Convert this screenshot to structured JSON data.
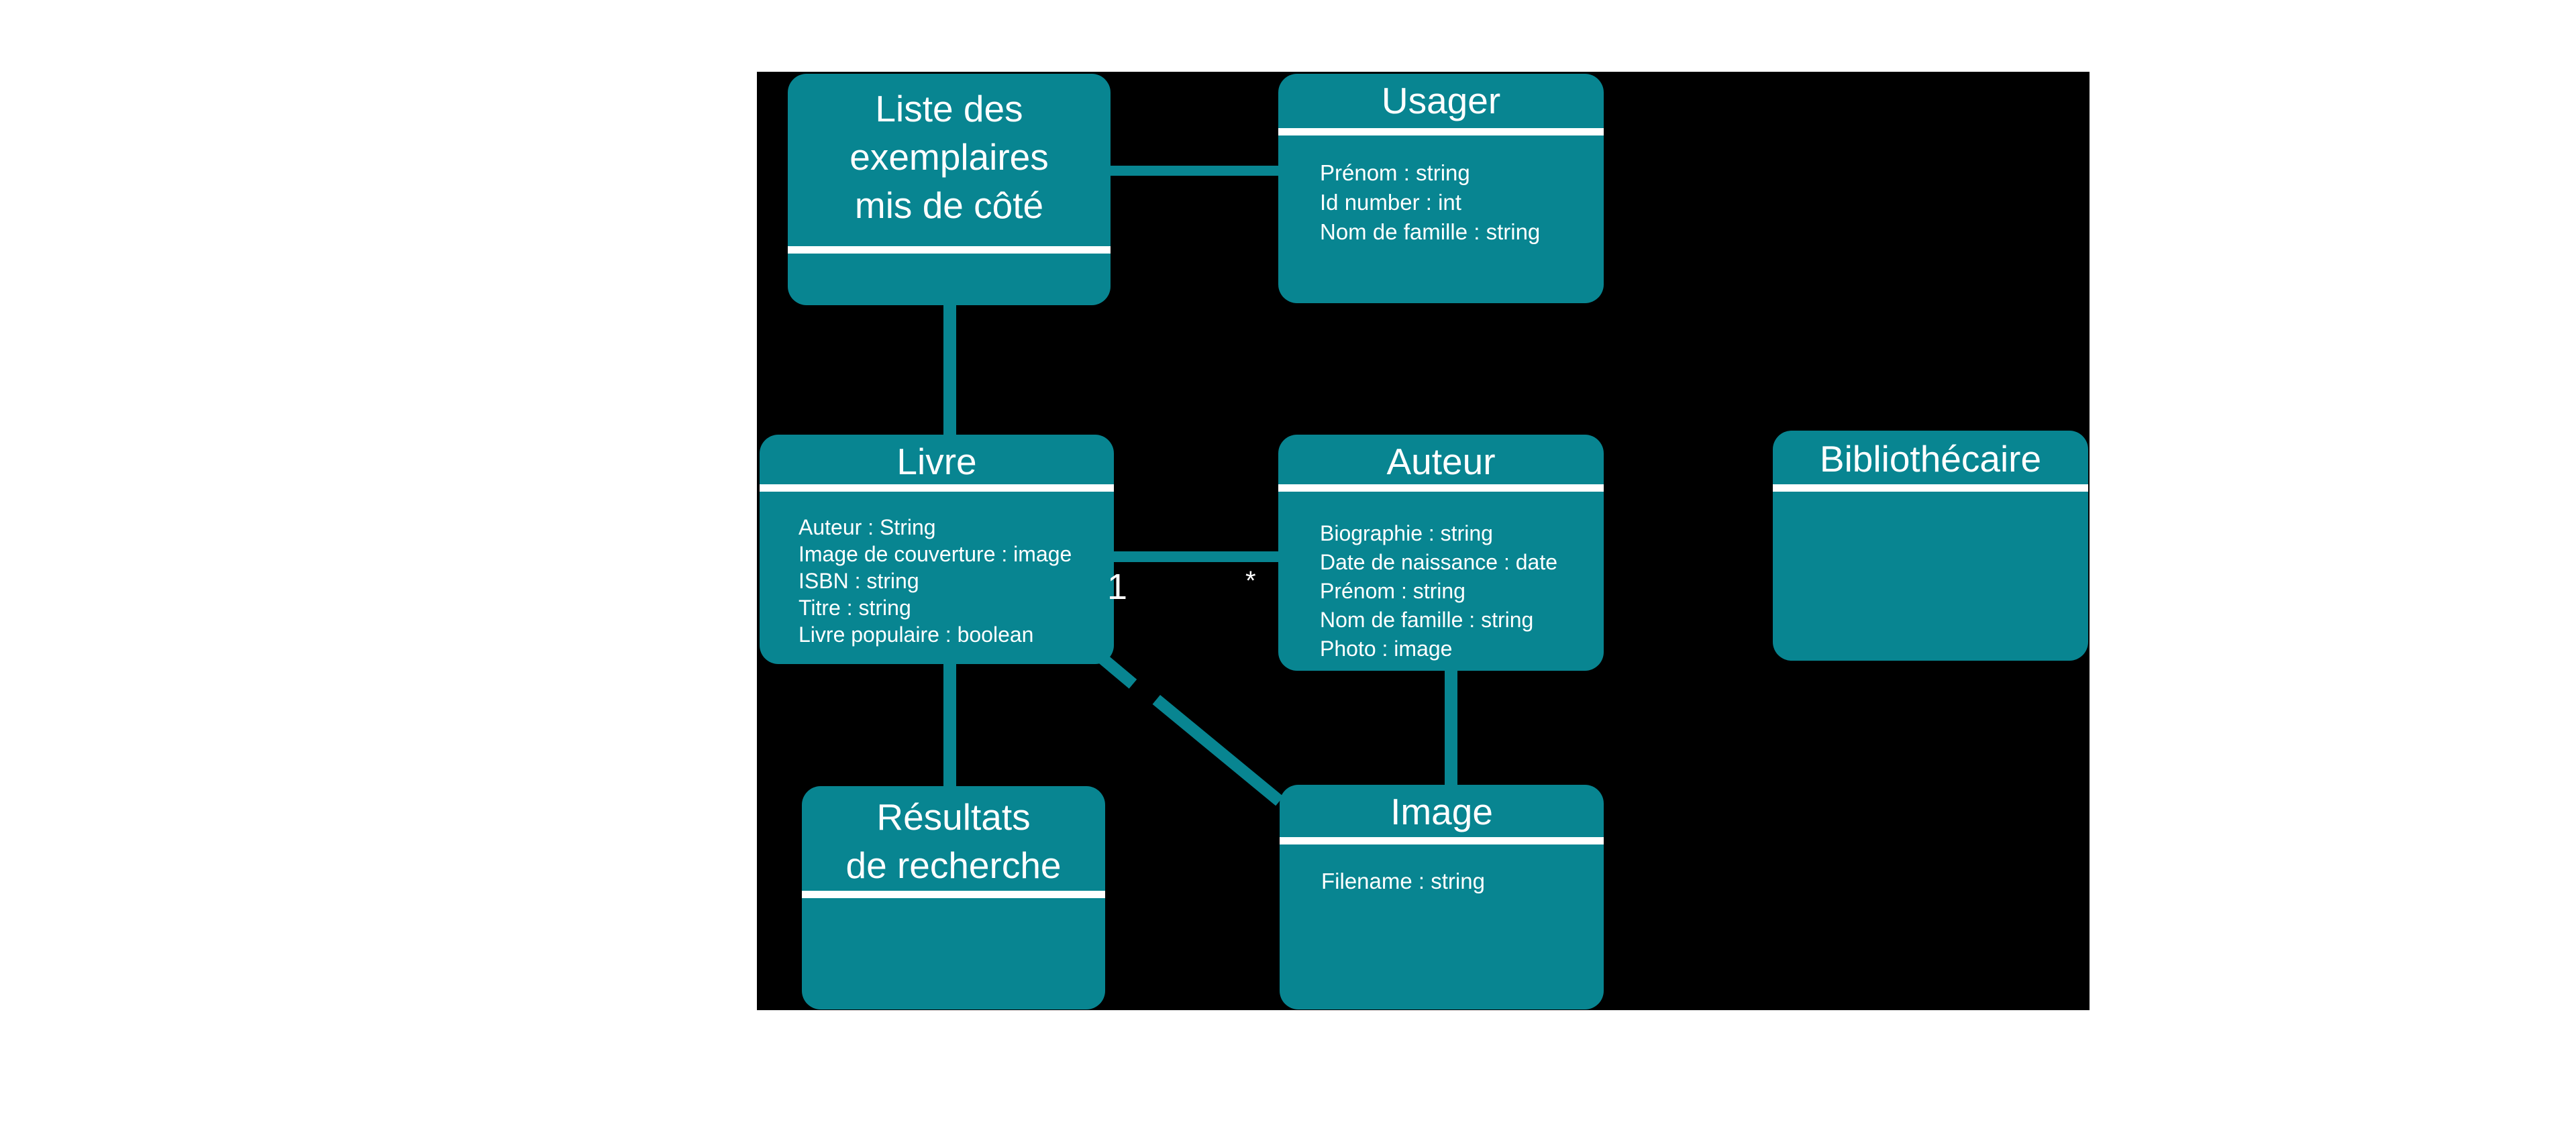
{
  "diagram": {
    "type": "uml-class-diagram",
    "canvas_color": "#000000",
    "box_color": "#088591",
    "text_color": "#ffffff",
    "classes": [
      {
        "id": "liste-exemplaires",
        "title_lines": [
          "Liste des",
          "exemplaires",
          "mis de côté"
        ],
        "attributes": []
      },
      {
        "id": "usager",
        "title_lines": [
          "Usager"
        ],
        "attributes": [
          "Prénom : string",
          "Id number : int",
          "Nom de famille : string"
        ]
      },
      {
        "id": "livre",
        "title_lines": [
          "Livre"
        ],
        "attributes": [
          "Auteur : String",
          "Image de couverture : image",
          "ISBN : string",
          "Titre : string",
          "Livre populaire : boolean"
        ]
      },
      {
        "id": "auteur",
        "title_lines": [
          "Auteur"
        ],
        "attributes": [
          "Biographie : string",
          "Date de naissance : date",
          "Prénom : string",
          "Nom de famille : string",
          "Photo : image"
        ]
      },
      {
        "id": "bibliothecaire",
        "title_lines": [
          "Bibliothécaire"
        ],
        "attributes": []
      },
      {
        "id": "resultats-recherche",
        "title_lines": [
          "Résultats",
          "de recherche"
        ],
        "attributes": []
      },
      {
        "id": "image",
        "title_lines": [
          "Image"
        ],
        "attributes": [
          "Filename : string"
        ]
      }
    ],
    "relations": [
      {
        "from": "liste-exemplaires",
        "to": "usager"
      },
      {
        "from": "liste-exemplaires",
        "to": "livre"
      },
      {
        "from": "livre",
        "to": "auteur"
      },
      {
        "from": "livre",
        "to": "resultats-recherche"
      },
      {
        "from": "livre",
        "to": "image"
      },
      {
        "from": "auteur",
        "to": "image"
      }
    ],
    "labels": {
      "livre_auteur_multiplicity": "1",
      "auteur_end_mark": "*"
    }
  }
}
